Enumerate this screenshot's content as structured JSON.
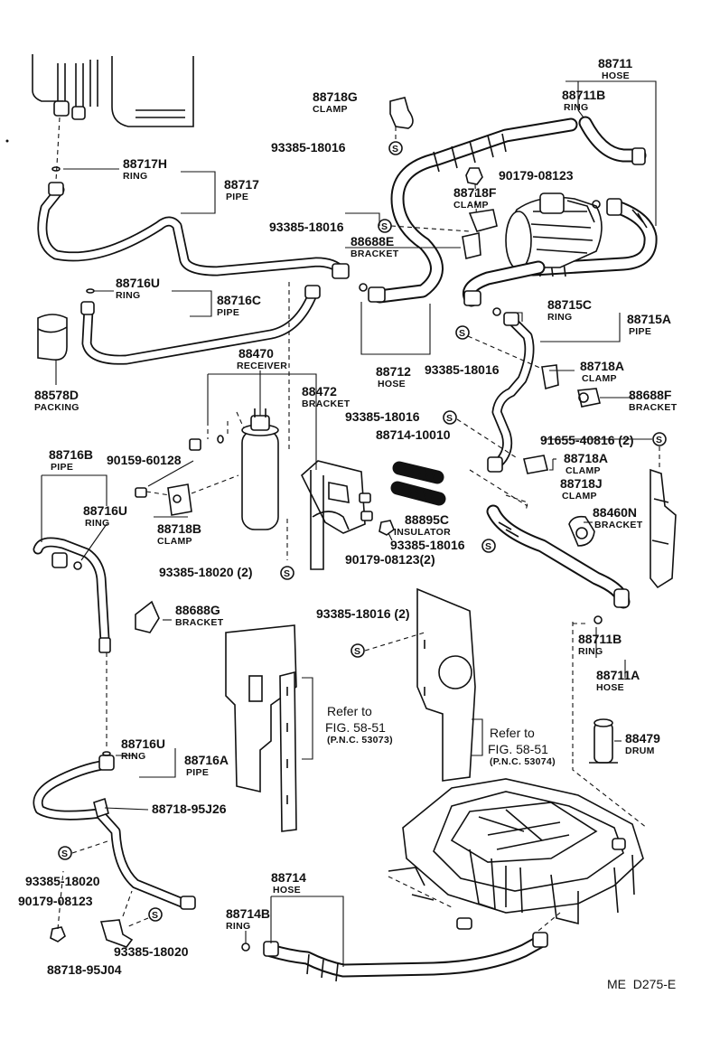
{
  "labels": {
    "l88711": {
      "pn": "88711",
      "name": "HOSE"
    },
    "l88711b_top": {
      "pn": "88711B",
      "name": "RING"
    },
    "l88718g": {
      "pn": "88718G",
      "name": "CLAMP"
    },
    "l93385_top": {
      "pn": "93385-18016"
    },
    "l88717h": {
      "pn": "88717H",
      "name": "RING"
    },
    "l88717": {
      "pn": "88717",
      "name": "PIPE"
    },
    "l90179_top": {
      "pn": "90179-08123"
    },
    "l88718f": {
      "pn": "88718F",
      "name": "CLAMP"
    },
    "l93385_mid": {
      "pn": "93385-18016"
    },
    "l88688e": {
      "pn": "88688E",
      "name": "BRACKET"
    },
    "l88716u_top": {
      "pn": "88716U",
      "name": "RING"
    },
    "l88716c": {
      "pn": "88716C",
      "name": "PIPE"
    },
    "l88715c": {
      "pn": "88715C",
      "name": "RING"
    },
    "l88715a": {
      "pn": "88715A",
      "name": "PIPE"
    },
    "l88578d": {
      "pn": "88578D",
      "name": "PACKING"
    },
    "l88470": {
      "pn": "88470",
      "name": "RECEIVER"
    },
    "l88712": {
      "pn": "88712",
      "name": "HOSE"
    },
    "l93385_pipe": {
      "pn": "93385-18016"
    },
    "l88718a_top": {
      "pn": "88718A",
      "name": "CLAMP"
    },
    "l88688f": {
      "pn": "88688F",
      "name": "BRACKET"
    },
    "l88472": {
      "pn": "88472",
      "name": "BRACKET"
    },
    "l93385_ins": {
      "pn": "93385-18016"
    },
    "l88714_10010": {
      "pn": "88714-10010"
    },
    "l91655": {
      "pn": "91655-40816 (2)"
    },
    "l88716b": {
      "pn": "88716B",
      "name": "PIPE"
    },
    "l90159": {
      "pn": "90159-60128"
    },
    "l88718a_mid": {
      "pn": "88718A",
      "name": "CLAMP"
    },
    "l88718j": {
      "pn": "88718J",
      "name": "CLAMP"
    },
    "l88716u_mid": {
      "pn": "88716U",
      "name": "RING"
    },
    "l88718b": {
      "pn": "88718B",
      "name": "CLAMP"
    },
    "l88895c": {
      "pn": "88895C",
      "name": "INSULATOR"
    },
    "l88460n": {
      "pn": "88460N",
      "name": "BRACKET"
    },
    "l93385_ins2": {
      "pn": "93385-18016"
    },
    "l93385_18020_2": {
      "pn": "93385-18020 (2)"
    },
    "l90179_2": {
      "pn": "90179-08123(2)"
    },
    "l88688g": {
      "pn": "88688G",
      "name": "BRACKET"
    },
    "l93385_2": {
      "pn": "93385-18016 (2)"
    },
    "l88711b_bot": {
      "pn": "88711B",
      "name": "RING"
    },
    "l88711a": {
      "pn": "88711A",
      "name": "HOSE"
    },
    "l88479": {
      "pn": "88479",
      "name": "DRUM"
    },
    "l88716u_bot": {
      "pn": "88716U",
      "name": "RING"
    },
    "l88716a": {
      "pn": "88716A",
      "name": "PIPE"
    },
    "l88718_95j26": {
      "pn": "88718-95J26"
    },
    "l93385_18020_a": {
      "pn": "93385-18020"
    },
    "l90179_bot": {
      "pn": "90179-08123"
    },
    "l93385_18020_b": {
      "pn": "93385-18020"
    },
    "l88718_95j04": {
      "pn": "88718-95J04"
    },
    "l88714": {
      "pn": "88714",
      "name": "HOSE"
    },
    "l88714b": {
      "pn": "88714B",
      "name": "RING"
    }
  },
  "references": {
    "ref_left": {
      "line1": "Refer to",
      "line2": "FIG. 58-51",
      "line3": "(P.N.C. 53073)"
    },
    "ref_right": {
      "line1": "Refer to",
      "line2": "FIG. 58-51",
      "line3": "(P.N.C. 53074)"
    }
  },
  "footer": {
    "code": "ME  D275-E"
  }
}
